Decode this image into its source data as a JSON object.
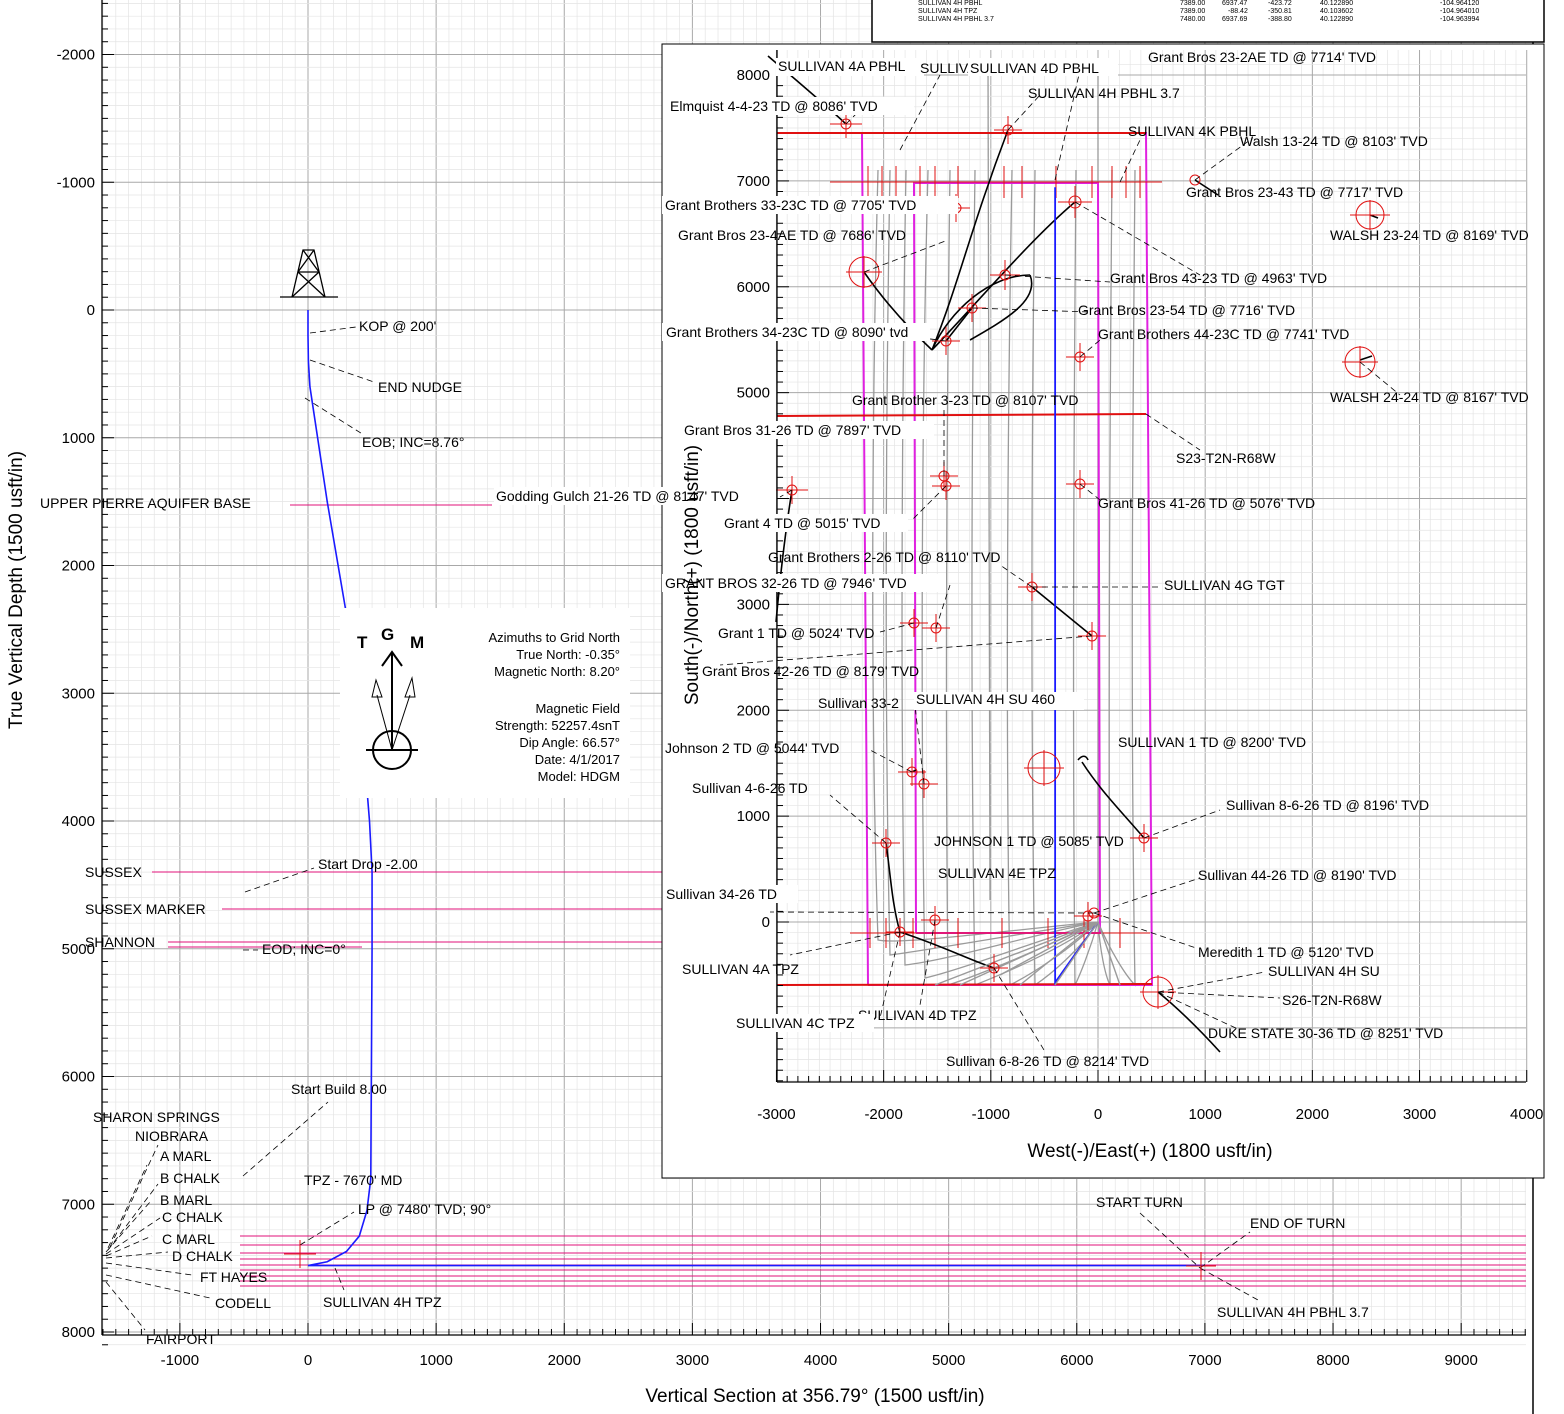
{
  "vertical_section": {
    "xlabel": "Vertical Section at 356.79° (1500 usft/in)",
    "ylabel": "True Vertical Depth (1500 usft/in)",
    "xticks": [
      -1000,
      0,
      1000,
      2000,
      3000,
      4000,
      5000,
      6000,
      7000,
      8000,
      9000
    ],
    "yticks": [
      -2000,
      -1000,
      0,
      1000,
      2000,
      3000,
      4000,
      5000,
      6000,
      7000,
      8000
    ],
    "annotations": [
      "KOP @ 200'",
      "END NUDGE",
      "EOB; INC=8.76°",
      "Start Drop -2.00",
      "EOD; INC=0°",
      "Start Build 8.00",
      "TPZ - 7670' MD",
      "LP @ 7480' TVD; 90°",
      "SULLIVAN 4H TPZ",
      "START TURN",
      "END OF TURN",
      "SULLIVAN 4H PBHL 3.7"
    ],
    "formations": [
      "UPPER PIERRE AQUIFER BASE",
      "SUSSEX",
      "SUSSEX MARKER",
      "SHANNON",
      "SHARON SPRINGS",
      "NIOBRARA",
      "A MARL",
      "B CHALK",
      "B MARL",
      "C CHALK",
      "C MARL",
      "D CHALK",
      "FT HAYES",
      "CODELL",
      "FAIRPORT"
    ]
  },
  "north_arrow": {
    "labels": [
      "T",
      "G",
      "M"
    ],
    "info": [
      "Azimuths to Grid North",
      "True North: -0.35°",
      "Magnetic North: 8.20°",
      "",
      "Magnetic Field",
      "Strength: 52257.4snT",
      "Dip Angle: 66.57°",
      "Date: 4/1/2017",
      "Model: HDGM"
    ]
  },
  "target_table": {
    "rows": [
      [
        "SULLIVAN 4H PBHL",
        "7389.00",
        "6937.47",
        "-423.72",
        "40.122890",
        "-104.964120"
      ],
      [
        "SULLIVAN 4H TPZ",
        "7389.00",
        "-88.42",
        "-350.81",
        "40.103602",
        "-104.964010"
      ],
      [
        "SULLIVAN 4H PBHL 3.7",
        "7480.00",
        "6937.69",
        "-388.80",
        "40.122890",
        "-104.963994"
      ]
    ]
  },
  "plan_view": {
    "xlabel": "West(-)/East(+) (1800 usft/in)",
    "ylabel": "South(-)/North(+) (1800 usft/in)",
    "xticks": [
      -3000,
      -2000,
      -1000,
      0,
      1000,
      2000,
      3000,
      4000
    ],
    "yticks": [
      0,
      1000,
      2000,
      3000,
      4000,
      5000,
      6000,
      7000,
      8000
    ],
    "labels": [
      "SULLIVAN 4A PBHL",
      "SULLIVAN 4E",
      "SULLIVAN 4D PBHL",
      "Grant Bros 23-2AE TD @ 7714' TVD",
      "Elmquist 4-4-23 TD @ 8086' TVD",
      "SULLIVAN 4H PBHL 3.7",
      "SULLIVAN 4K PBHL",
      "Walsh 13-24 TD @ 8103' TVD",
      "Grant Bros 23-43 TD @ 7717' TVD",
      "Grant Brothers 33-23C TD @ 7705' TVD",
      "WALSH 23-24 TD @ 8169' TVD",
      "Grant Bros 23-4AE TD @ 7686' TVD",
      "Grant Bros 43-23 TD @ 4963' TVD",
      "Grant Bros 23-54 TD @ 7716' TVD",
      "Grant Brothers 34-23C TD @ 8090' tvd",
      "Grant Brothers 44-23C TD @ 7741' TVD",
      "Grant Brother 3-23 TD @ 8107' TVD",
      "WALSH 24-24 TD @ 8167' TVD",
      "S23-T2N-R68W",
      "Grant Bros 31-26 TD @ 7897' TVD",
      "Godding Gulch 21-26 TD @ 8147' TVD",
      "Grant Bros 41-26 TD @ 5076' TVD",
      "Grant 4 TD @ 5015' TVD",
      "Grant Brothers 2-26 TD @ 8110' TVD",
      "GRANT BROS 32-26 TD @ 7946' TVD",
      "SULLIVAN 4G TGT",
      "Grant 1 TD @ 5024' TVD",
      "Grant Bros 42-26 TD @ 8179' TVD",
      "Sullivan 33-2",
      "SULLIVAN 4H SU 460",
      "Johnson 2 TD @ 5044' TVD",
      "SULLIVAN 1 TD @ 8200' TVD",
      "Sullivan 4-6-26 TD",
      "Sullivan 8-6-26 TD @ 8196' TVD",
      "JOHNSON 1 TD @ 5085' TVD",
      "SULLIVAN 4E TPZ",
      "Sullivan 44-26 TD @ 8190' TVD",
      "Sullivan 34-26 TD",
      "Meredith 1 TD @ 5120' TVD",
      "SULLIVAN 4A TPZ",
      "SULLIVAN 4H SU",
      "S26-T2N-R68W",
      "SULLIVAN 4D TPZ",
      "SULLIVAN 4C TPZ",
      "DUKE STATE 30-36 TD @ 8251' TVD",
      "Sullivan 6-8-26 TD @ 8214' TVD"
    ]
  },
  "chart_data": [
    {
      "type": "line",
      "title": "",
      "xlabel": "Vertical Section at 356.79° (1500 usft/in)",
      "ylabel": "True Vertical Depth (1500 usft/in)",
      "xlim": [
        -1600,
        9500
      ],
      "ylim": [
        -2400,
        8100
      ],
      "y_inverted": true,
      "series": [
        {
          "x": [
            0,
            0,
            3,
            15,
            75,
            150,
            320,
            400,
            480,
            500,
            500,
            500,
            490,
            460,
            400,
            300,
            150,
            0,
            700,
            3000,
            6950,
            7000
          ],
          "y": [
            0,
            200,
            400,
            600,
            1000,
            1500,
            2500,
            3000,
            4000,
            4400,
            4800,
            5000,
            6800,
            7050,
            7250,
            7370,
            7450,
            7480,
            7480,
            7480,
            7480,
            7480
          ]
        }
      ],
      "formation_tops_tvd": [
        1530,
        4420,
        4700,
        4960,
        7300,
        7370,
        7420,
        7460,
        7500,
        7540,
        7580,
        7610
      ]
    },
    {
      "type": "line",
      "title": "",
      "xlabel": "West(-)/East(+) (1800 usft/in)",
      "ylabel": "South(-)/North(+) (1800 usft/in)",
      "xlim": [
        -3000,
        4000
      ],
      "ylim": [
        -1500,
        8100
      ],
      "series": [
        {
          "x": [
            0,
            -400,
            -400
          ],
          "y": [
            0,
            -570,
            6940
          ]
        }
      ],
      "lease_boxes": [
        {
          "x": [
            -2160,
            460,
            500,
            -2160,
            -2160
          ],
          "y": [
            -570,
            -570,
            7500,
            7500,
            -570
          ]
        },
        {
          "x": [
            -1700,
            0,
            0,
            -1700,
            -1700
          ],
          "y": [
            -100,
            -100,
            6940,
            6940,
            -100
          ]
        }
      ],
      "section_lines_y": [
        7500,
        4700,
        -570
      ]
    }
  ]
}
